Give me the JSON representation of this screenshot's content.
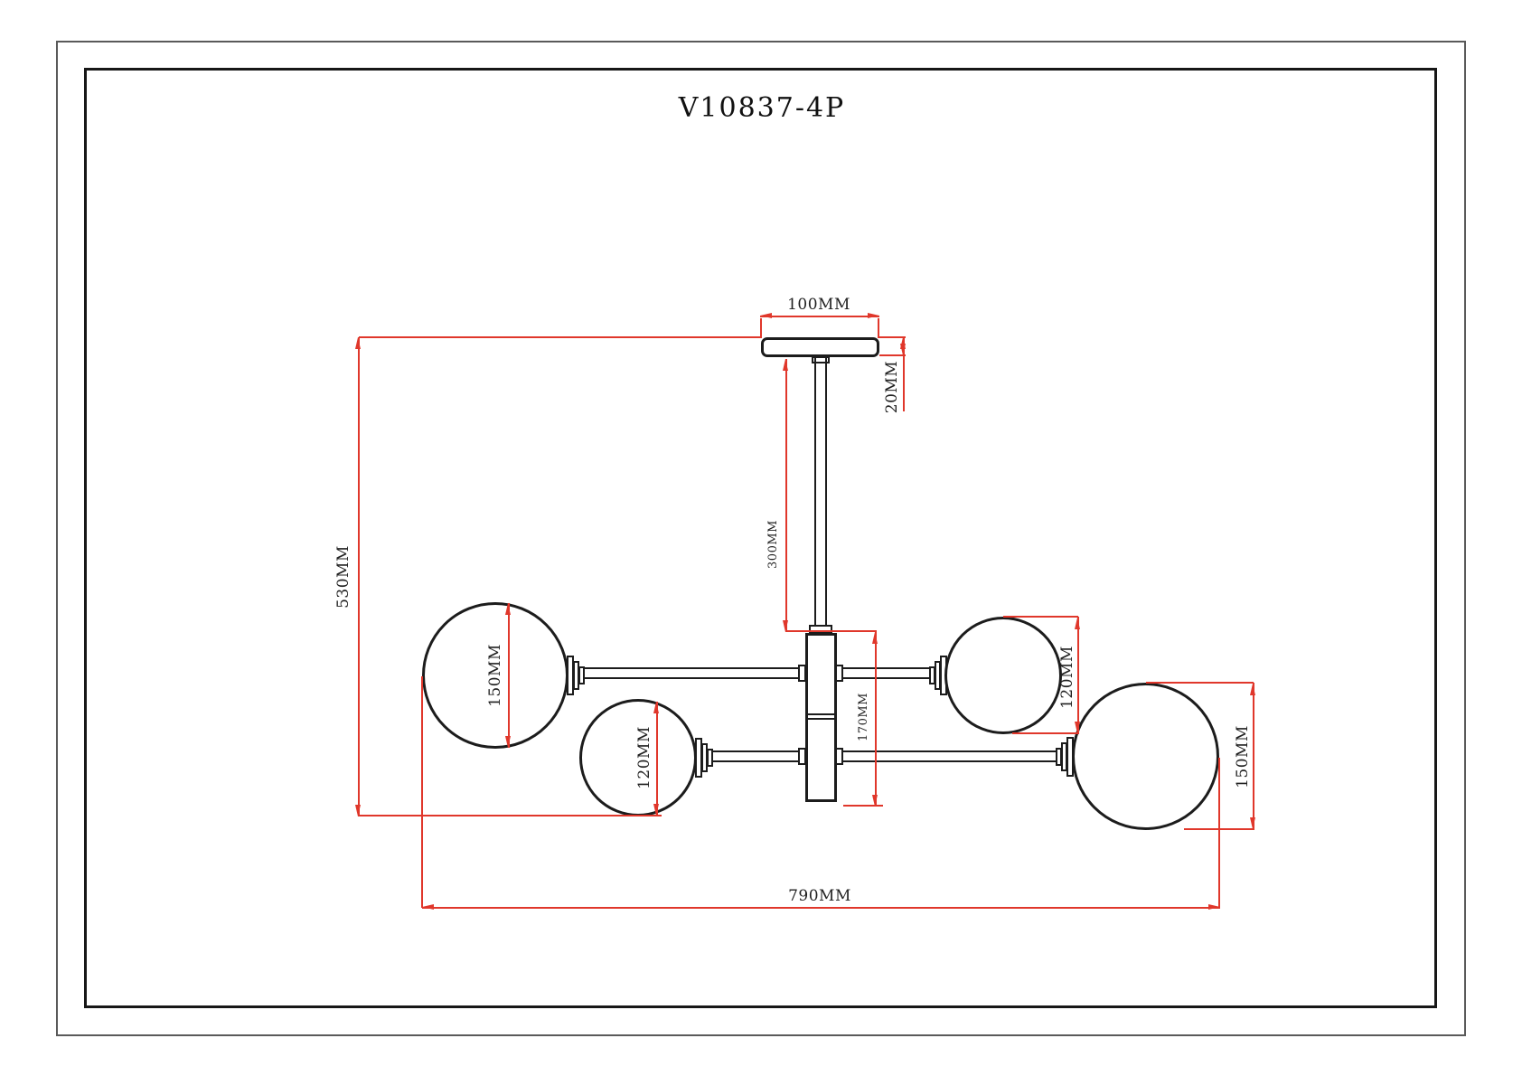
{
  "title": "V10837-4P",
  "labels": {
    "canopy_width": "100MM",
    "canopy_height": "20MM",
    "rod_length": "300MM",
    "overall_height": "530MM",
    "body_height": "170MM",
    "left_large_globe_diameter": "150MM",
    "left_small_globe_diameter": "120MM",
    "right_small_globe_diameter": "120MM",
    "right_large_globe_diameter": "150MM",
    "overall_width": "790MM"
  },
  "colors": {
    "dimension_line": "#e0372b",
    "drawing_line": "#1c1c1c"
  }
}
